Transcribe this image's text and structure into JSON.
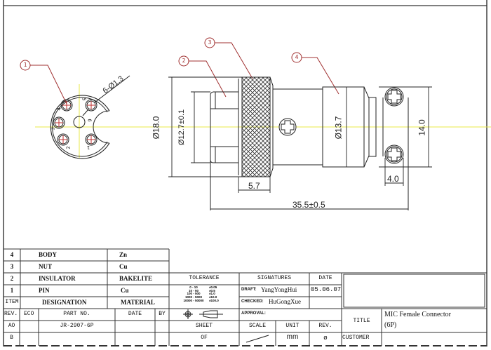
{
  "drawing": {
    "balloons": [
      "1",
      "2",
      "3",
      "4"
    ],
    "pin_numbers": [
      "1",
      "2",
      "3",
      "4",
      "5",
      "6"
    ],
    "callout_pins": "6-Ø1.3",
    "dim_outer_dia": "Ø18.0",
    "dim_thread_dia": "Ø12.7±0.1",
    "dim_body_dia": "Ø13.7",
    "dim_clamp_height": "14.0",
    "dim_nut_width": "5.7",
    "dim_clamp_width": "4.0",
    "dim_total_length": "35.5±0.5",
    "colors": {
      "centerline": "#e8e84a",
      "leader": "#a03030",
      "line": "#222222"
    },
    "icons": [
      "pin-face-view",
      "knurled-nut",
      "phillips-screw-icon",
      "third-angle-projection-icon"
    ]
  },
  "bom": {
    "rows": [
      {
        "item": "4",
        "designation": "BODY",
        "material": "Zn"
      },
      {
        "item": "3",
        "designation": "NUT",
        "material": "Cu"
      },
      {
        "item": "2",
        "designation": "INSULATOR",
        "material": "BAKELITE"
      },
      {
        "item": "1",
        "designation": "PIN",
        "material": "Cu"
      }
    ],
    "header": {
      "item": "ITEM",
      "designation": "DESIGNATION",
      "material": "MATERIAL"
    }
  },
  "revisions": {
    "header": {
      "rev": "REV.",
      "eco": "ECO",
      "part_no": "PART NO.",
      "date": "DATE",
      "by": "BY"
    },
    "rows": [
      {
        "rev": "AO",
        "eco": "",
        "part_no": "JR-2907-6P",
        "date": "",
        "by": ""
      },
      {
        "rev": "B",
        "eco": "",
        "part_no": "",
        "date": "",
        "by": ""
      }
    ]
  },
  "title_block": {
    "tolerance_label": "TOLERANCE",
    "tolerance_ranges": [
      "0 - 10",
      "10 - 50",
      "100 - 500",
      "1000 - 5000",
      "10000 - 50000"
    ],
    "tolerance_values": [
      "±0.05",
      "±0.5",
      "±1.0",
      "±10.0",
      "±100.0"
    ],
    "signatures_label": "SIGNATURES",
    "date_label": "DATE",
    "draft_label": "DRAFT:",
    "draft_name": "YangYongHui",
    "draft_date": "05.06.07",
    "checked_label": "CHECKED:",
    "checked_name": "HuGongXue",
    "approval_label": "APPROVAL:",
    "sheet_label": "SHEET",
    "sheet_value": "OF",
    "scale_label": "SCALE",
    "unit_label": "UNIT",
    "unit_value": "mm",
    "rev_label": "REV.",
    "rev_value": "ø",
    "title_label": "TITLE",
    "title_value_line1": "MIC Female Connector",
    "title_value_line2": "(6P)",
    "customer_label": "CUSTOMER"
  }
}
